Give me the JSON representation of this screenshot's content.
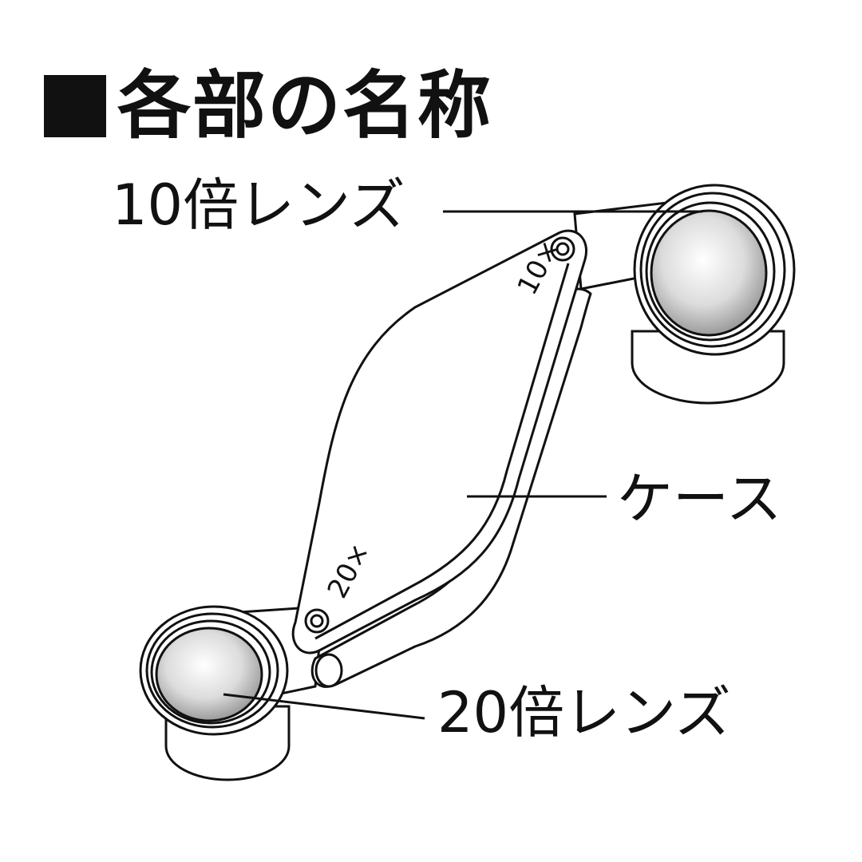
{
  "title": "各部の名称",
  "labels": {
    "lens_10x": "10倍レンズ",
    "case": "ケース",
    "lens_20x": "20倍レンズ"
  },
  "engraving": {
    "top": "10×",
    "bottom": "20×"
  },
  "colors": {
    "ink": "#111111",
    "background": "#ffffff"
  }
}
